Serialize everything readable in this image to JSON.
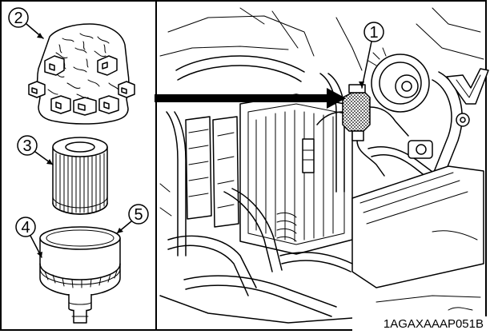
{
  "callouts": {
    "c1": "1",
    "c2": "2",
    "c3": "3",
    "c4": "4",
    "c5": "5"
  },
  "figure_id": "1AGAXAAAP051B",
  "icons": {
    "arrow": "arrow-right-icon"
  }
}
